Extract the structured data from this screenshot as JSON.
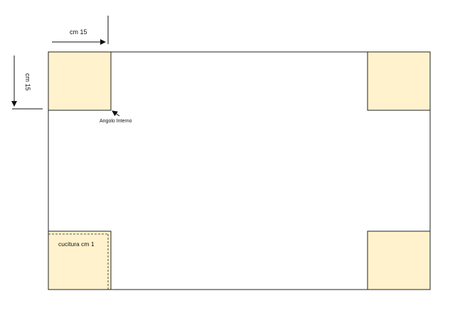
{
  "colors": {
    "background": "#ffffff",
    "outline": "#222222",
    "corner_fill": "#fff2cc",
    "arrow": "#111111"
  },
  "labels": {
    "top_dimension": "cm 15",
    "side_dimension": "cm 15",
    "inner_corner": "Angolo Interno",
    "seam": "cucitura cm 1"
  }
}
